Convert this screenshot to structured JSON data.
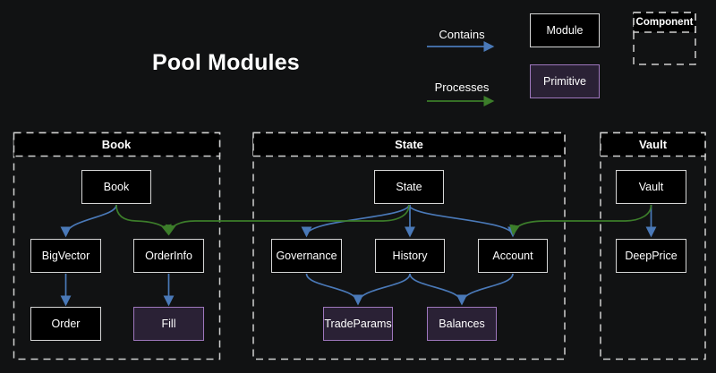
{
  "title": "Pool Modules",
  "colors": {
    "background": "#111213",
    "contains": "#4a79b8",
    "processes": "#3c7d2a",
    "module_fill": "#000000",
    "module_border": "#d6d6d6",
    "primitive_fill": "#2a2135",
    "primitive_border": "#9e77bd",
    "component_border": "#d0d0d0",
    "component_header_fill": "#000000",
    "text": "#ffffff"
  },
  "legend": {
    "contains": "Contains",
    "processes": "Processes",
    "module": "Module",
    "primitive": "Primitive",
    "component": "Component"
  },
  "components": {
    "book": {
      "label": "Book"
    },
    "state": {
      "label": "State"
    },
    "vault": {
      "label": "Vault"
    }
  },
  "nodes": {
    "book": {
      "label": "Book",
      "type": "module",
      "component": "Book"
    },
    "bigvector": {
      "label": "BigVector",
      "type": "module",
      "component": "Book"
    },
    "orderinfo": {
      "label": "OrderInfo",
      "type": "module",
      "component": "Book"
    },
    "order": {
      "label": "Order",
      "type": "module",
      "component": "Book"
    },
    "fill": {
      "label": "Fill",
      "type": "primitive",
      "component": "Book"
    },
    "state": {
      "label": "State",
      "type": "module",
      "component": "State"
    },
    "governance": {
      "label": "Governance",
      "type": "module",
      "component": "State"
    },
    "history": {
      "label": "History",
      "type": "module",
      "component": "State"
    },
    "account": {
      "label": "Account",
      "type": "module",
      "component": "State"
    },
    "tradeparams": {
      "label": "TradeParams",
      "type": "primitive",
      "component": "State"
    },
    "balances": {
      "label": "Balances",
      "type": "primitive",
      "component": "State"
    },
    "vault": {
      "label": "Vault",
      "type": "module",
      "component": "Vault"
    },
    "deepprice": {
      "label": "DeepPrice",
      "type": "module",
      "component": "Vault"
    }
  },
  "edges": [
    {
      "from": "book",
      "to": "bigvector",
      "type": "contains"
    },
    {
      "from": "bigvector",
      "to": "order",
      "type": "contains"
    },
    {
      "from": "orderinfo",
      "to": "fill",
      "type": "contains"
    },
    {
      "from": "state",
      "to": "governance",
      "type": "contains"
    },
    {
      "from": "state",
      "to": "history",
      "type": "contains"
    },
    {
      "from": "state",
      "to": "account",
      "type": "contains"
    },
    {
      "from": "governance",
      "to": "tradeparams",
      "type": "contains"
    },
    {
      "from": "history",
      "to": "tradeparams",
      "type": "contains"
    },
    {
      "from": "history",
      "to": "balances",
      "type": "contains"
    },
    {
      "from": "account",
      "to": "balances",
      "type": "contains"
    },
    {
      "from": "vault",
      "to": "deepprice",
      "type": "contains"
    },
    {
      "from": "book",
      "to": "orderinfo",
      "type": "processes"
    },
    {
      "from": "state",
      "to": "orderinfo",
      "type": "processes"
    },
    {
      "from": "vault",
      "to": "account",
      "type": "processes"
    }
  ]
}
